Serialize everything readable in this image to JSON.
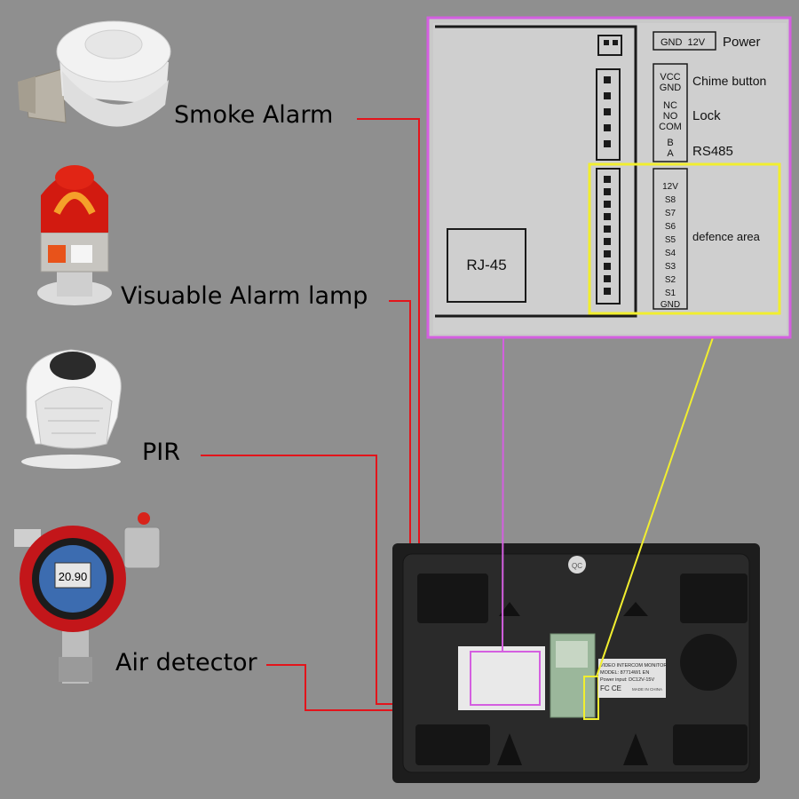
{
  "devices": {
    "smoke_alarm": "Smoke Alarm",
    "alarm_lamp": "Visuable Alarm lamp",
    "pir": "PIR",
    "air_detector": "Air detector"
  },
  "air_detector_display": "20.90",
  "panel": {
    "power": "Power",
    "power_pins": "GND  12V",
    "chime": "Chime button",
    "chime_pins": [
      "VCC",
      "GND"
    ],
    "lock": "Lock",
    "lock_pins": [
      "NC",
      "NO",
      "COM"
    ],
    "rs485": "RS485",
    "rs485_pins": [
      "B",
      "A"
    ],
    "defence": "defence area",
    "defence_pins": [
      "12V",
      "S8",
      "S7",
      "S6",
      "S5",
      "S4",
      "S3",
      "S2",
      "S1",
      "GND"
    ],
    "rj45": "RJ-45"
  },
  "monitor": {
    "qc": "QC",
    "sticker_lines": [
      "VIDEO INTERCOM MONITOR",
      "MODEL: 87714W1 EN",
      "Power input: DC12V-15V",
      "FC CE",
      "MADE IN CHINA"
    ]
  },
  "colors": {
    "background": "#8f8f8f",
    "wire": "#e3141b",
    "callout_magenta": "#d45fe0",
    "callout_yellow": "#f1ee2f"
  }
}
